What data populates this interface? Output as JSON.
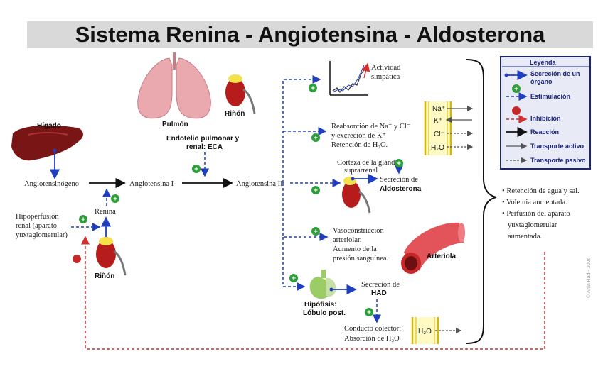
{
  "title": "Sistema Renina - Angiotensina - Aldosterona",
  "organs": {
    "liver": "Hígado",
    "lung": "Pulmón",
    "kidney_top": "Riñón",
    "kidney_bottom": "Riñón",
    "pituitary_line1": "Hipófisis:",
    "pituitary_line2": "Lóbulo post.",
    "arteriole": "Arteriola"
  },
  "chain": {
    "angiotensinogen": "Angiotensinógeno",
    "angiotensin1": "Angiotensina I",
    "angiotensin2": "Angiotensina II",
    "renin": "Renina",
    "endothelium_line1": "Endotelio pulmonar y",
    "endothelium_line2": "renal: ECA",
    "hypoperfusion": [
      "Hipoperfusión",
      "renal (aparato",
      "yuxtaglomerular)"
    ]
  },
  "effects": {
    "sympathetic": [
      "Actividad",
      "simpática"
    ],
    "reabsorption": [
      "Reabsorción de Na⁺ y Cl⁻",
      "y excreción de K⁺",
      "Retención de H₂O."
    ],
    "adrenal": [
      "Corteza de la glánd.",
      "suprarrenal"
    ],
    "aldosterone_secretion": "Secreción de",
    "aldosterone": "Aldosterona",
    "vasoconstriction": [
      "Vasoconstricción",
      "arteriolar.",
      "Aumento de la",
      "presión sanguínea."
    ],
    "had_secretion": "Secreción de",
    "had": "HAD",
    "collector": [
      "Conducto colector:",
      "Absorción de H₂O"
    ]
  },
  "ions": [
    "Na⁺",
    "K⁺",
    "Cl⁻",
    "H₂O"
  ],
  "collector_ion": "H₂O",
  "results": [
    "Retención de agua y sal.",
    "Volemia aumentada.",
    "Perfusión del aparato",
    "yuxtaglomerular",
    "aumentada."
  ],
  "legend": {
    "title": "Leyenda",
    "items": [
      "Secreción de un",
      "órgano",
      "Estimulación",
      "Inhibición",
      "Reacción",
      "Transporte activo",
      "Transporte pasivo"
    ]
  },
  "colors": {
    "stimulation": "#1f3fbf",
    "inhibition": "#d32f2f",
    "stim_circle": "#2e9e3a",
    "inhib_circle": "#c62828"
  },
  "copyright": "© Ania Rad - 2006"
}
